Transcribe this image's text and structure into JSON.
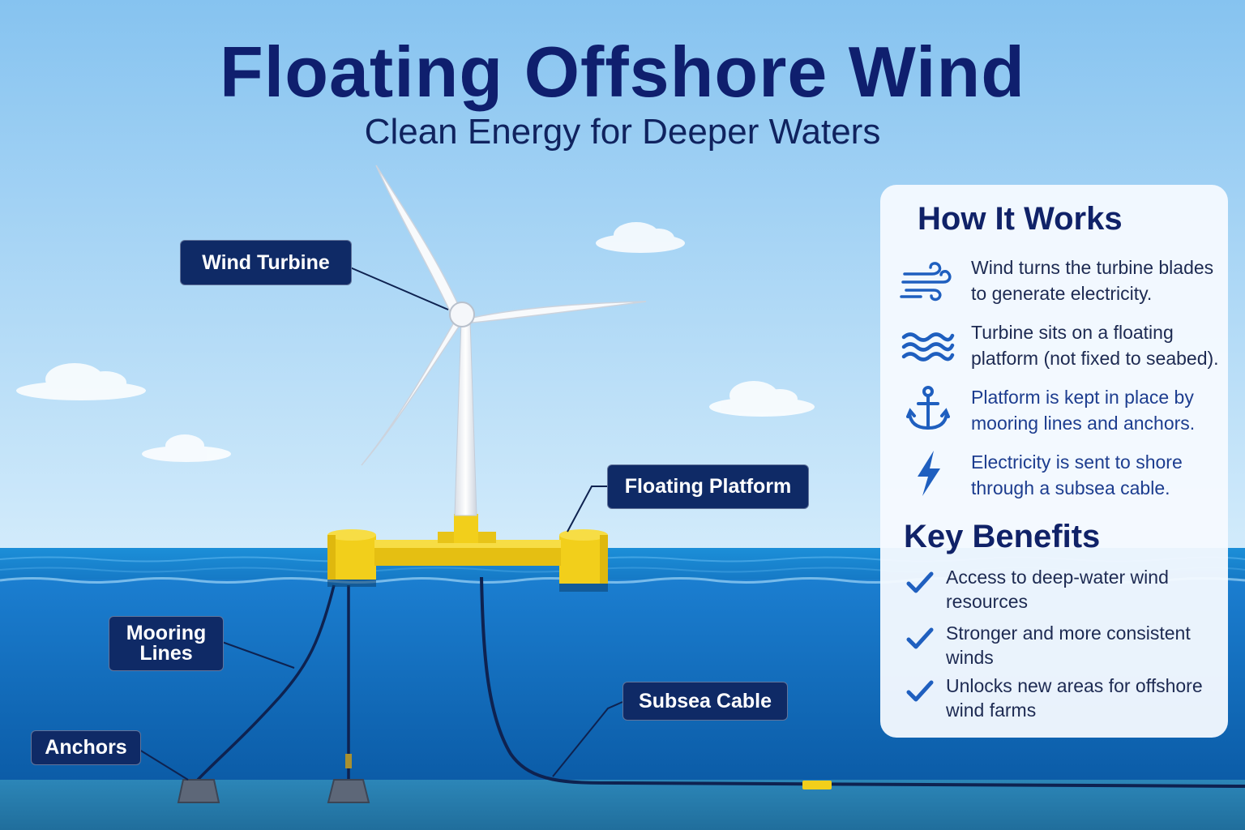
{
  "header": {
    "title": "Floating Offshore Wind",
    "subtitle": "Clean Energy for Deeper Waters"
  },
  "labels": {
    "wind_turbine": "Wind Turbine",
    "floating_platform": "Floating Platform",
    "mooring_lines": "Mooring Lines",
    "anchors": "Anchors",
    "subsea_cable": "Subsea Cable"
  },
  "how_it_works": {
    "heading": "How It Works",
    "steps": [
      {
        "icon": "wind-icon",
        "text": "Wind turns the turbine blades to generate electricity."
      },
      {
        "icon": "waves-icon",
        "text": "Turbine sits on a floating platform (not fixed to seabed)."
      },
      {
        "icon": "anchor-icon",
        "text": "Platform is kept in place by mooring lines and anchors."
      },
      {
        "icon": "lightning-icon",
        "text": "Electricity is sent to shore through a subsea cable."
      }
    ]
  },
  "key_benefits": {
    "heading": "Key Benefits",
    "items": [
      {
        "icon": "check-icon",
        "text": "Access to deep-water wind resources"
      },
      {
        "icon": "check-icon",
        "text": "Stronger and more consistent winds"
      },
      {
        "icon": "check-icon",
        "text": "Unlocks new areas for offshore wind farms"
      }
    ]
  },
  "colors": {
    "navy": "#0f2a66",
    "sky_top": "#8ec8f2",
    "sky_bottom": "#cfe8fb",
    "sea": "#1f86cf",
    "deep_sea": "#0f62ad",
    "platform": "#f2cf1b",
    "icon_blue": "#1f5fbf"
  }
}
